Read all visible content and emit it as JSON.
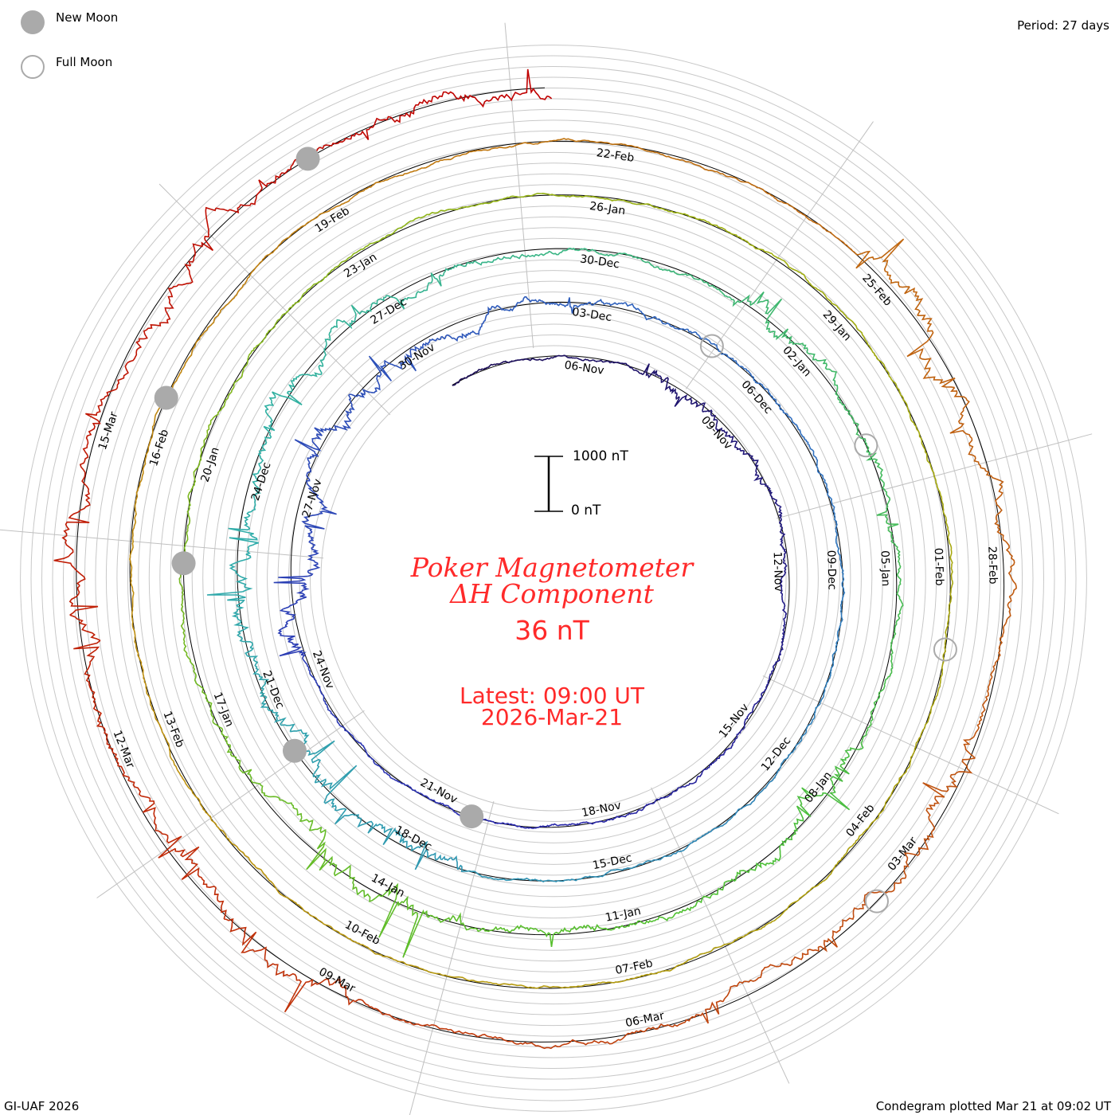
{
  "legend": {
    "new_moon": "New Moon",
    "full_moon": "Full Moon",
    "new_color": "#aaaaaa",
    "full_color": "#aaaaaa"
  },
  "period_label": "Period: 27 days",
  "footer_left": "GI-UAF 2026",
  "footer_right": "Condegram plotted Mar 21 at 09:02 UT",
  "chart_data": {
    "type": "line",
    "subtype": "polar-condegram",
    "title": "Poker Magnetometer",
    "subtitle": "ΔH Component",
    "current_value": "36 nT",
    "latest_time": "Latest: 09:00 UT",
    "latest_date": "2026-Mar-21",
    "period_days": 27,
    "scale": {
      "top_label": "1000 nT",
      "bottom_label": "0 nT",
      "range_nT": [
        0,
        1000
      ]
    },
    "start_offset_days": -2.7,
    "end_offset_days": 134.375,
    "date_labels": [
      "06-Nov",
      "09-Nov",
      "12-Nov",
      "15-Nov",
      "18-Nov",
      "21-Nov",
      "24-Nov",
      "27-Nov",
      "30-Nov",
      "03-Dec",
      "06-Dec",
      "09-Dec",
      "12-Dec",
      "15-Dec",
      "18-Dec",
      "21-Dec",
      "24-Dec",
      "27-Dec",
      "30-Dec",
      "02-Jan",
      "05-Jan",
      "08-Jan",
      "11-Jan",
      "14-Jan",
      "17-Jan",
      "20-Jan",
      "23-Jan",
      "26-Jan",
      "29-Jan",
      "01-Feb",
      "04-Feb",
      "07-Feb",
      "10-Feb",
      "13-Feb",
      "16-Feb",
      "19-Feb",
      "22-Feb",
      "25-Feb",
      "28-Feb",
      "03-Mar",
      "06-Mar",
      "09-Mar",
      "12-Mar",
      "15-Mar"
    ],
    "new_moon_days": [
      14.3,
      44.1,
      73.8,
      102.5,
      132.1
    ],
    "full_moon_days": [
      28.95,
      58.4,
      87.9,
      117.5
    ],
    "series_colors": [
      "#1a0a50",
      "#2a2ab0",
      "#3070c0",
      "#30b0a8",
      "#50c030",
      "#a0b010",
      "#c09010",
      "#c05010",
      "#c00000"
    ]
  }
}
